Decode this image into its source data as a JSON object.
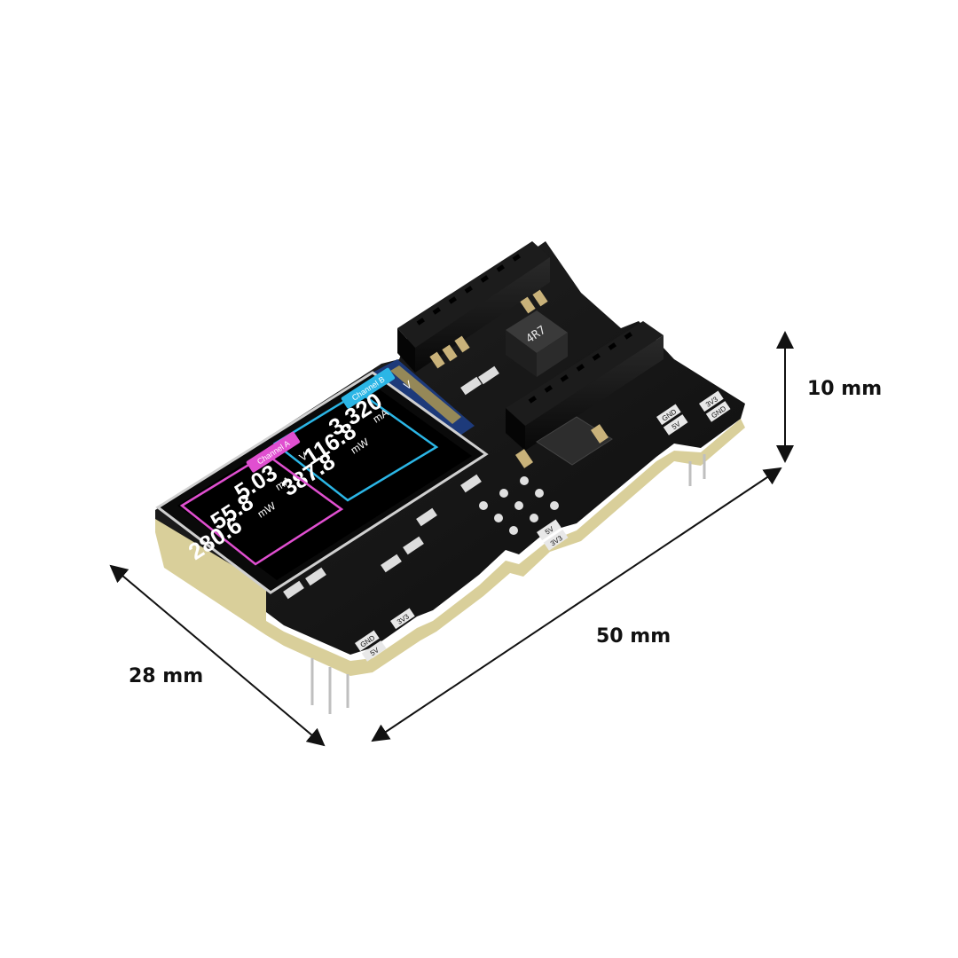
{
  "dimensions": {
    "width_label": "28 mm",
    "length_label": "50 mm",
    "height_label": "10 mm"
  },
  "display": {
    "channel_b": {
      "tag": "Channel B",
      "voltage": "3.320",
      "voltage_unit": "V",
      "current": "116.8",
      "current_unit": "mA",
      "power": "387.8",
      "power_unit": "mW",
      "accent": "#2bb6e6"
    },
    "channel_a": {
      "tag": "Channel A",
      "voltage": "5.03",
      "voltage_unit": "V",
      "current": "55.8",
      "current_unit": "mA",
      "power": "280.6",
      "power_unit": "mW",
      "accent": "#e04fd0"
    }
  },
  "board": {
    "inductor_marking": "4R7",
    "pin_labels": [
      "GND",
      "5V",
      "3V3",
      "GND",
      "5V",
      "3V3",
      "GND",
      "5V",
      "3V3"
    ],
    "pcb_color": "#151515",
    "edge_color": "#d9cf9a"
  }
}
